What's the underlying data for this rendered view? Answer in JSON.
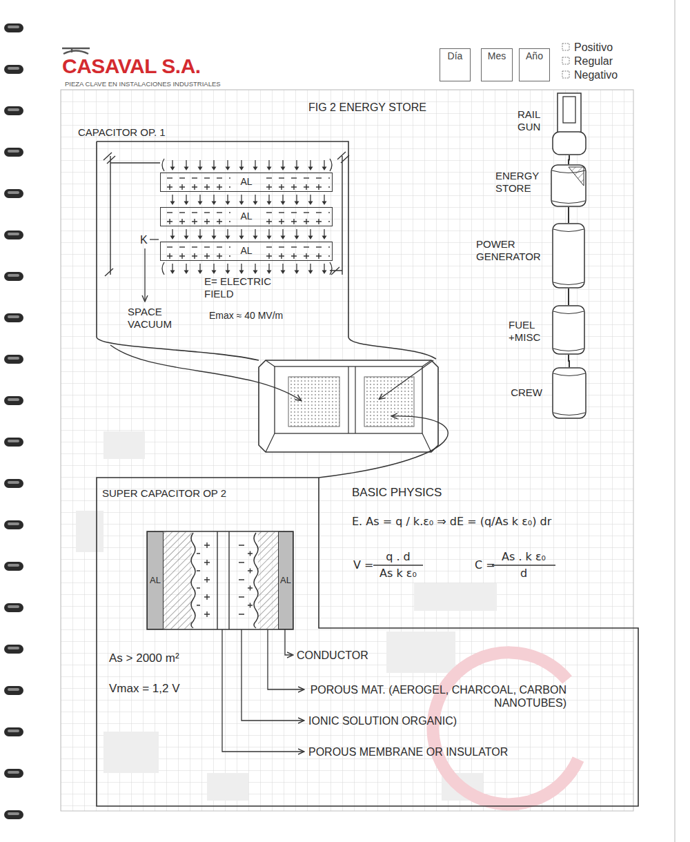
{
  "diagram": {
    "title": "FIG 2 ENERGY STORE",
    "nodes": [
      {
        "text": [
          "Día"
        ]
      },
      {
        "text": [
          "Mes"
        ]
      },
      {
        "text": [
          "Año"
        ]
      },
      {
        "text": [
          "RAIL GUN"
        ]
      },
      {
        "text": [
          "ENERGY STORE"
        ]
      },
      {
        "text": [
          "POWER GENERATOR"
        ]
      },
      {
        "text": [
          "FUEL +MISC"
        ]
      },
      {
        "text": [
          "CREW"
        ]
      },
      {
        "text": [
          "CAPACITOR OP. 1"
        ]
      },
      {
        "text": [
          "AL"
        ],
        "in": 8
      },
      {
        "text": [
          "AL"
        ],
        "in": 8
      },
      {
        "text": [
          "AL"
        ],
        "in": 8
      },
      {
        "text": [
          "SUPER CAPACITOR OP 2"
        ]
      },
      {
        "text": [
          "AL"
        ],
        "in": 12
      },
      {
        "text": [
          "AL"
        ],
        "in": 12
      }
    ],
    "edges": [
      {
        "from": 3,
        "to": 4,
        "arrow": "none"
      },
      {
        "from": 4,
        "to": 5,
        "arrow": "none"
      },
      {
        "from": 5,
        "to": 6,
        "arrow": "none"
      },
      {
        "from": 6,
        "to": 7,
        "arrow": "none"
      }
    ],
    "labels": [
      "CASAVAL S.A.",
      "PIEZA CLAVE EN INSTALACIONES INDUSTRIALES",
      "Positivo",
      "Regular",
      "Negativo",
      "K",
      "SPACE VACUUM",
      "E= ELECTRIC FIELD",
      "Emax ≈ 40 MV/m",
      "BASIC PHYSICS",
      "E. As = q / k.ε₀ ⇒ dE = (q/As k ε₀) dr",
      "V =",
      "q . d",
      "As k ε₀",
      "C =",
      "As . k ε₀",
      "d",
      "As > 2000 m²",
      "Vmax = 1,2 V",
      "CONDUCTOR",
      "POROUS MAT. (AEROGEL, CHARCOAL, CARBON NANOTUBES)",
      "IONIC SOLUTION ORGANIC)",
      "POROUS MEMBRANE OR INSULATOR"
    ]
  }
}
